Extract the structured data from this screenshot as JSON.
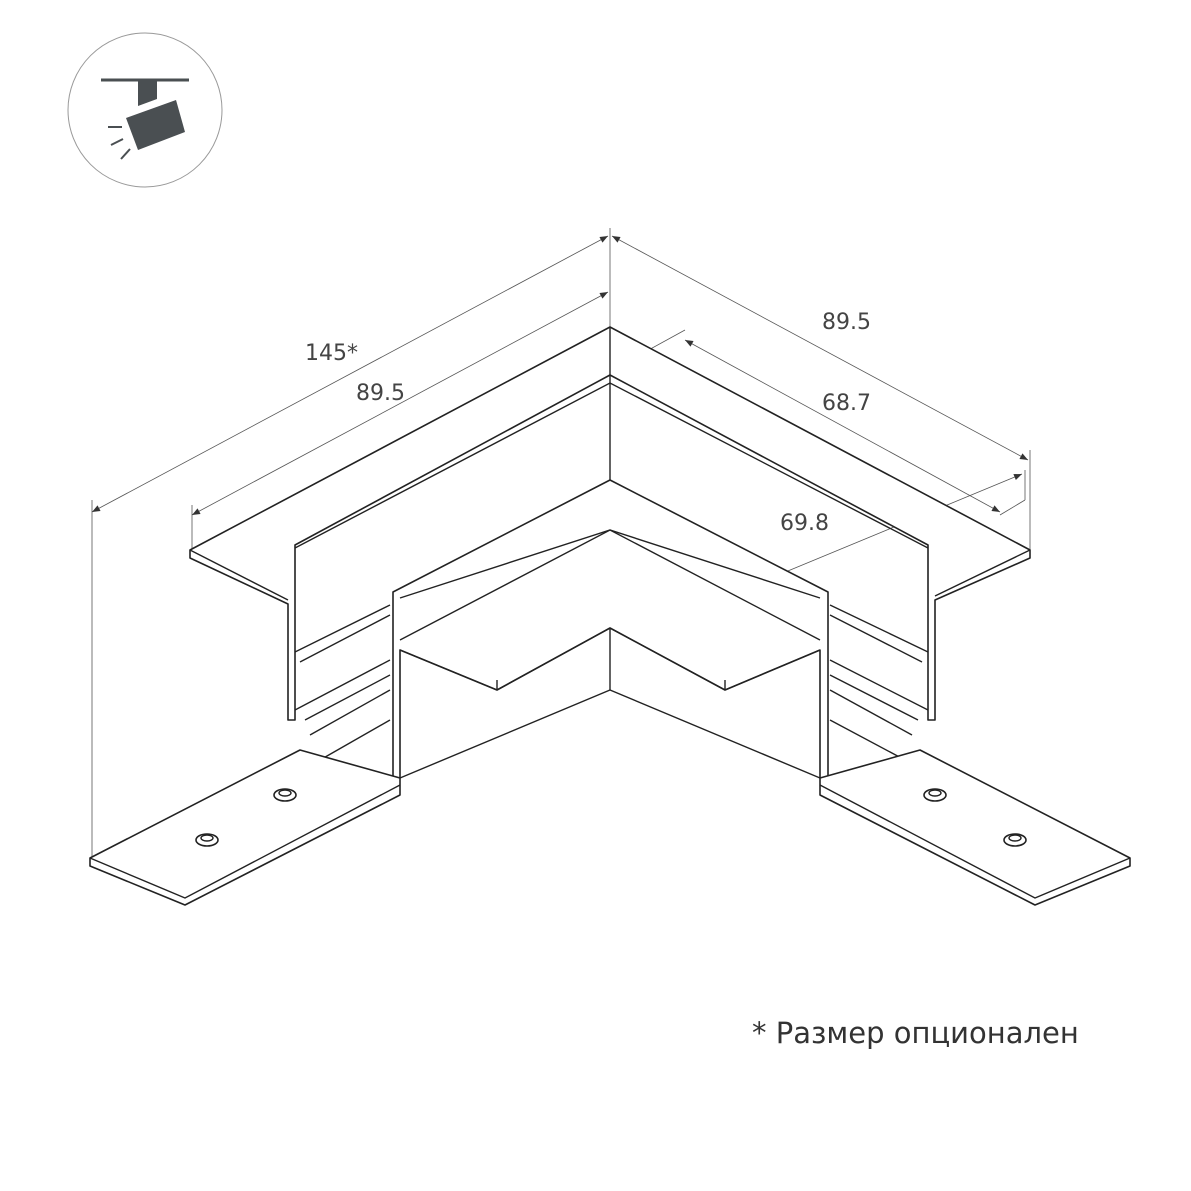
{
  "icon": {
    "name": "track-spotlight-icon",
    "accent": "#4a4f52"
  },
  "dimensions": {
    "total_length": "145*",
    "left_length": "89.5",
    "right_length": "89.5",
    "right_inner": "68.7",
    "right_block": "69.8"
  },
  "note": "* Размер опционален"
}
